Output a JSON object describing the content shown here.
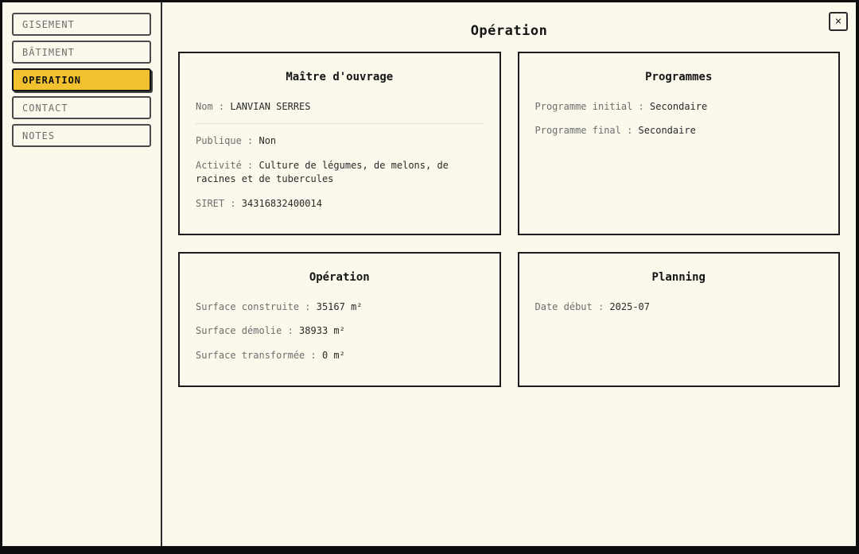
{
  "window": {
    "close_label": "×"
  },
  "sidebar": {
    "items": [
      {
        "label": "GISEMENT",
        "active": false
      },
      {
        "label": "BÂTIMENT",
        "active": false
      },
      {
        "label": "OPERATION",
        "active": true
      },
      {
        "label": "CONTACT",
        "active": false
      },
      {
        "label": "NOTES",
        "active": false
      }
    ]
  },
  "header": {
    "title": "Opération"
  },
  "cards": [
    {
      "title": "Maître d'ouvrage",
      "fields": [
        {
          "label": "Nom",
          "value": "LANVIAN SERRES",
          "divider_after": true
        },
        {
          "label": "Publique",
          "value": "Non"
        },
        {
          "label": "Activité",
          "value": "Culture de légumes, de melons, de racines et de tubercules"
        },
        {
          "label": "SIRET",
          "value": "34316832400014"
        }
      ]
    },
    {
      "title": "Programmes",
      "fields": [
        {
          "label": "Programme initial",
          "value": "Secondaire"
        },
        {
          "label": "Programme final",
          "value": "Secondaire"
        }
      ]
    },
    {
      "title": "Opération",
      "fields": [
        {
          "label": "Surface construite",
          "value": "35167 m²"
        },
        {
          "label": "Surface démolie",
          "value": "38933 m²"
        },
        {
          "label": "Surface transformée",
          "value": "0 m²"
        }
      ]
    },
    {
      "title": "Planning",
      "fields": [
        {
          "label": "Date début",
          "value": "2025-07"
        }
      ]
    }
  ],
  "colors": {
    "background": "#FAF9EC",
    "accent_yellow": "#F2C12F",
    "border_dark": "#1C1C1C",
    "label_gray": "#6E6E6E",
    "value_dark": "#2A2A2A"
  }
}
